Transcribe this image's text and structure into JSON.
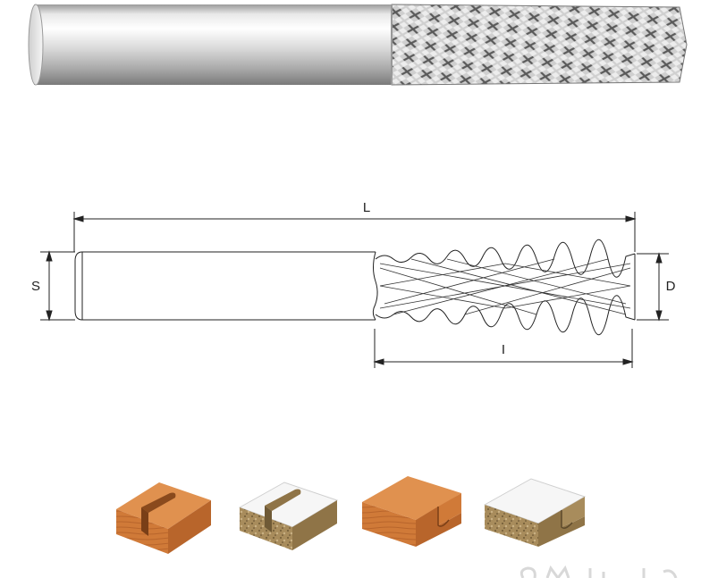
{
  "dimensions": {
    "overall_length": "L",
    "shank_diameter": "S",
    "cutting_diameter": "D",
    "cutting_length": "I"
  },
  "colors": {
    "line": "#222222",
    "wood": "#d07a38",
    "wood_dark": "#9c5322",
    "laminate": "#f4f4f4",
    "particle": "#a88c5c",
    "steel_light": "#f2f2f2",
    "steel_dark": "#8c8c8c"
  },
  "material_samples": [
    {
      "icon": "solid-wood-slot-sample-icon"
    },
    {
      "icon": "laminated-board-slot-sample-icon"
    },
    {
      "icon": "solid-wood-rebate-sample-icon"
    },
    {
      "icon": "laminated-board-rebate-sample-icon"
    }
  ]
}
